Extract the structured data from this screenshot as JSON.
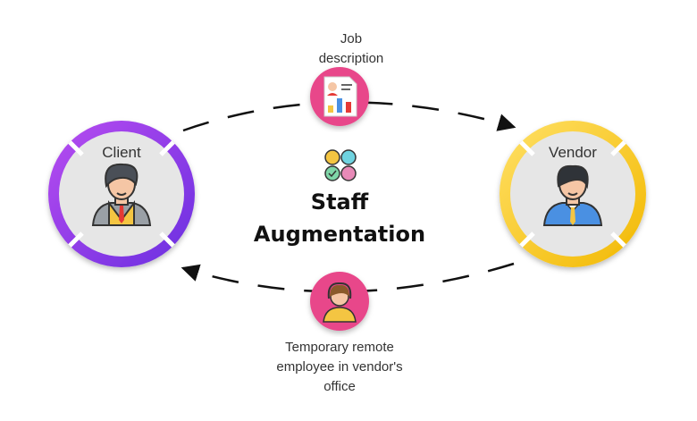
{
  "title": {
    "line1": "Staff",
    "line2": "Augmentation"
  },
  "nodes": {
    "client": {
      "label": "Client",
      "ring_color": "#8b3ee6"
    },
    "vendor": {
      "label": "Vendor",
      "ring_color": "#f6c400"
    }
  },
  "flows": {
    "top": {
      "lines": [
        "Job",
        "description"
      ],
      "badge_color": "#e8478a"
    },
    "bottom": {
      "lines": [
        "Temporary remote",
        "employee in vendor's",
        "office"
      ],
      "badge_color": "#e8478a"
    }
  }
}
